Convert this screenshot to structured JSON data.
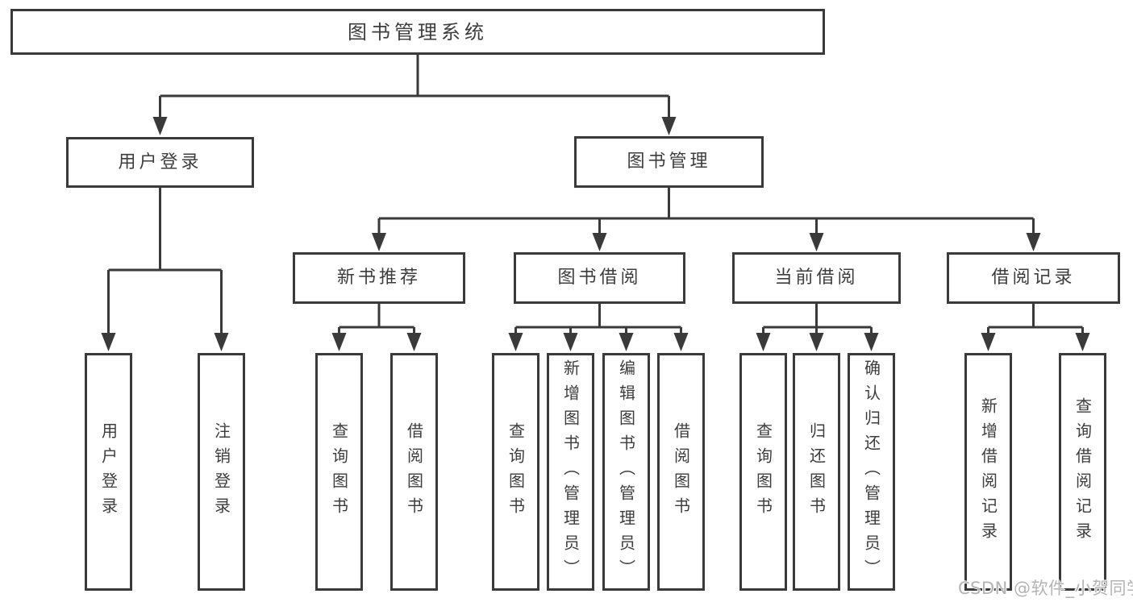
{
  "colors": {
    "line": "#3a3a3a",
    "box_border": "#3a3a3a",
    "text": "#3d3d3d",
    "watermark": "#b3b3b3",
    "background": "#ffffff"
  },
  "nodes": {
    "root": "图书管理系统",
    "level2": [
      "用户登录",
      "图书管理"
    ],
    "level3": [
      "新书推荐",
      "图书借阅",
      "当前借阅",
      "借阅记录"
    ],
    "leaves_user_login": [
      "用户登录",
      "注销登录"
    ],
    "leaves_new_book_recommend": [
      "查询图书",
      "借阅图书"
    ],
    "leaves_book_borrowing": [
      "查询图书",
      "新增图书（管理员）",
      "编辑图书（管理员）",
      "借阅图书"
    ],
    "leaves_current_borrowing": [
      "查询图书",
      "归还图书",
      "确认归还（管理员）"
    ],
    "leaves_borrowing_records": [
      "新增借阅记录",
      "查询借阅记录"
    ]
  },
  "watermark": {
    "text": "CSDN @软件_小贺同学"
  }
}
